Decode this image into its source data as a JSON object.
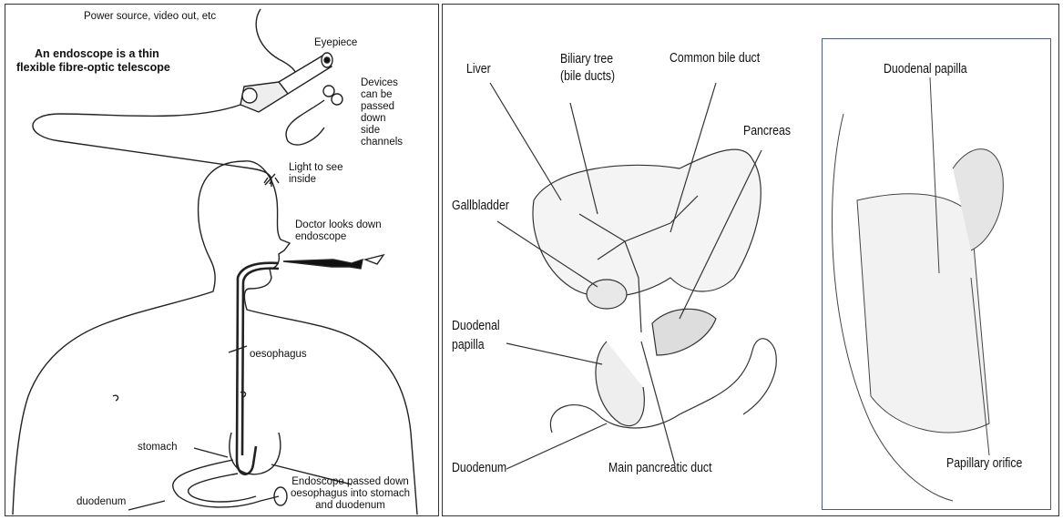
{
  "left": {
    "power_source": "Power source, video out, etc",
    "title_line1": "An endoscope is a thin",
    "title_line2": "flexible fibre-optic telescope",
    "eyepiece": "Eyepiece",
    "devices": [
      "Devices",
      "can be",
      "passed",
      "down",
      "side",
      "channels"
    ],
    "light": [
      "Light to see",
      "inside"
    ],
    "doctor": [
      "Doctor looks down",
      "endoscope"
    ],
    "oesophagus": "oesophagus",
    "stomach": "stomach",
    "duodenum": "duodenum",
    "passed": [
      "Endoscope passed down",
      "oesophagus into stomach",
      "and duodenum"
    ]
  },
  "right": {
    "liver": "Liver",
    "biliary": [
      "Biliary tree",
      "(bile ducts)"
    ],
    "common_bile_duct": "Common bile duct",
    "pancreas": "Pancreas",
    "gallbladder": "Gallbladder",
    "duodenal_papilla": [
      "Duodenal",
      "papilla"
    ],
    "duodenum": "Duodenum",
    "main_pancreatic_duct": "Main pancreatic duct",
    "inset_duodenal_papilla": "Duodenal papilla",
    "papillary_orifice": "Papillary orifice"
  },
  "colors": {
    "frame": "#333333",
    "inset_frame": "#4a5a8a",
    "ink": "#111111"
  }
}
